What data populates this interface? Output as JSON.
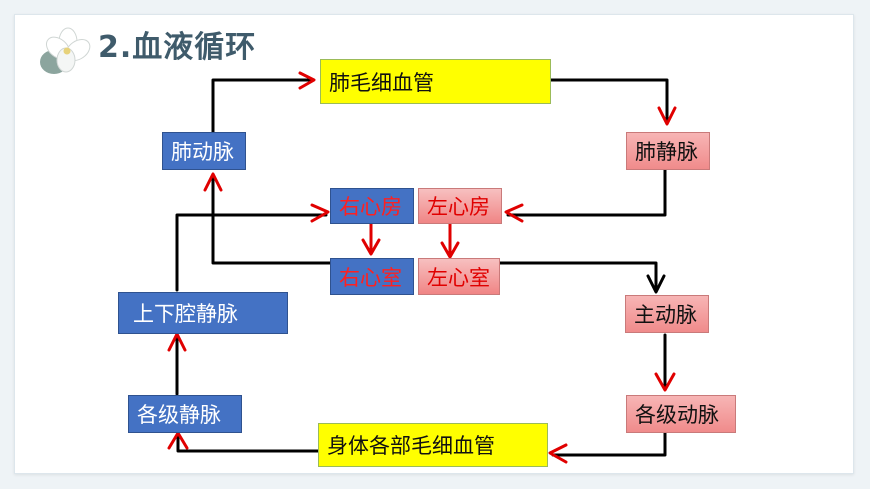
{
  "title": "2.血液循环",
  "nodes": {
    "fei_mao_xi_xue_guan": "肺毛细血管",
    "fei_dong_mai": "肺动脉",
    "fei_jing_mai": "肺静脉",
    "you_xin_fang": "右心房",
    "zuo_xin_fang": "左心房",
    "you_xin_shi": "右心室",
    "zuo_xin_shi": "左心室",
    "shang_xia_qiang_jing_mai": "上下腔静脉",
    "zhu_dong_mai": "主动脉",
    "ge_ji_jing_mai": "各级静脉",
    "ge_ji_dong_mai": "各级动脉",
    "shen_ti_mao_xi_xue_guan": "身体各部毛细血管"
  },
  "colors": {
    "arrow_black": "#000000",
    "arrow_red": "#e00000",
    "blue_box": "#4472c4",
    "pink_box": "#f4a3a3",
    "yellow_box": "#ffff00"
  }
}
